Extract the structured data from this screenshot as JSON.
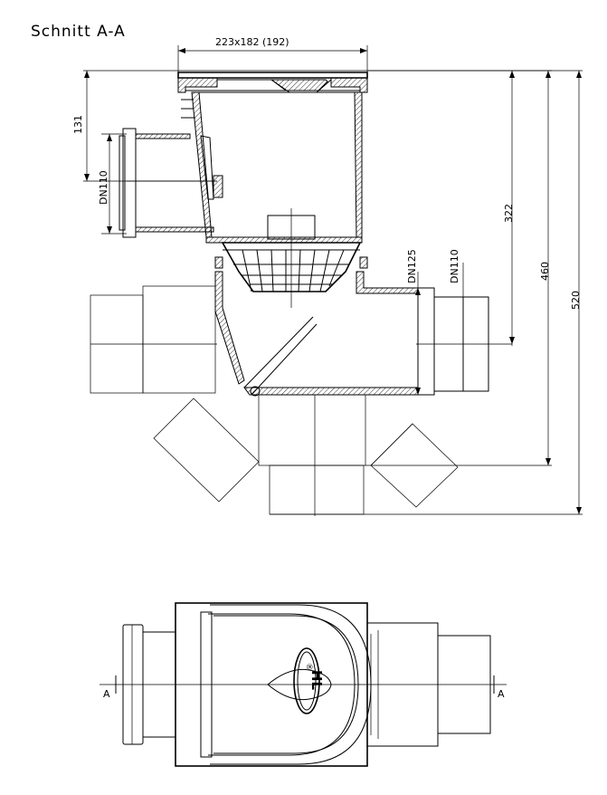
{
  "title": "Schnitt A-A",
  "dimensions": {
    "grate_size": "223x182 (192)",
    "height_131": "131",
    "dn_inlet": "DN110",
    "dn_outlet_outer": "DN125",
    "dn_outlet_inner": "DN110",
    "height_322": "322",
    "height_460": "460",
    "height_520": "520"
  },
  "section_marks": {
    "left": "A",
    "right": "A"
  },
  "logo": {
    "text": "HL",
    "symbol": "®"
  }
}
